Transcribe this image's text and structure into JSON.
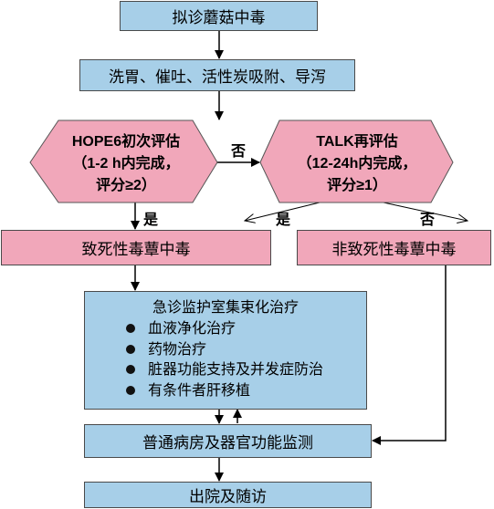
{
  "nodes": {
    "suspected": "拟诊蘑菇中毒",
    "decontam": "洗胃、催吐、活性炭吸附、导泻",
    "hope6": {
      "line1_en": "HOPE6",
      "line1_zh": "初次评估",
      "line2_en": "（1-2 h",
      "line2_zh": "内完成，",
      "line3_zh": "评分",
      "line3_en": "≥2）"
    },
    "talk": {
      "line1_en": "TALK",
      "line1_zh": "再评估",
      "line2_en": "（12-24h",
      "line2_zh": "内完成，",
      "line3_zh": "评分",
      "line3_en": "≥1）"
    },
    "lethal": "致死性毒蕈中毒",
    "nonlethal": "非致死性毒蕈中毒",
    "icu": {
      "title": "急诊监护室集束化治疗",
      "items": [
        "血液净化治疗",
        "药物治疗",
        "脏器功能支持及并发症防治",
        "有条件者肝移植"
      ]
    },
    "ward": "普通病房及器官功能监测",
    "discharge": "出院及随访"
  },
  "edge_labels": {
    "no1": "否",
    "yes1": "是",
    "yes2": "是",
    "no2": "否"
  },
  "colors": {
    "blue": "#a7cfe8",
    "pink": "#f1a7ba"
  }
}
